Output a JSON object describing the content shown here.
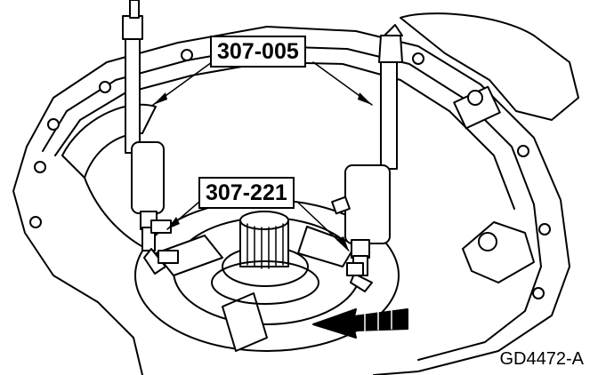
{
  "labels": {
    "tool_a": "307-005",
    "tool_b": "307-221"
  },
  "figure_code": "GD4472-A",
  "colors": {
    "line": "#000000",
    "fill": "#ffffff",
    "shade": "#e6e6e6"
  }
}
